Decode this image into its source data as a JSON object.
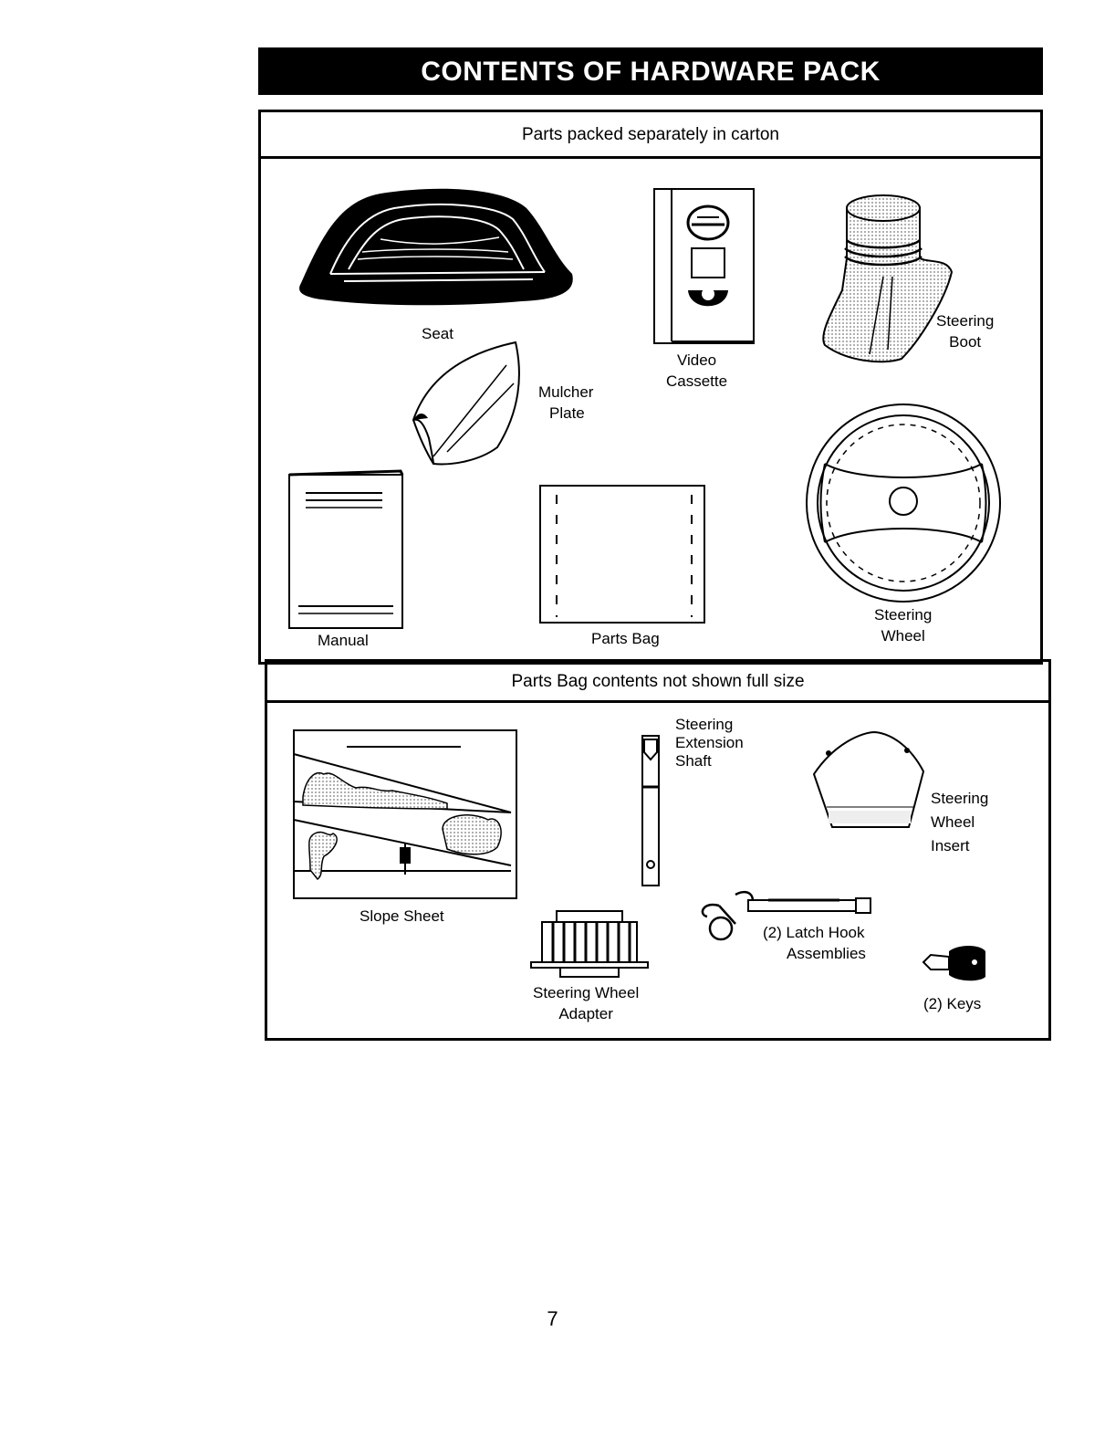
{
  "title": "CONTENTS OF HARDWARE PACK",
  "sections": {
    "carton": {
      "heading": "Parts packed separately in carton",
      "items": {
        "seat": "Seat",
        "mulcher_plate": [
          "Mulcher",
          "Plate"
        ],
        "video_cassette": [
          "Video",
          "Cassette"
        ],
        "steering_boot": [
          "Steering",
          "Boot"
        ],
        "manual": "Manual",
        "parts_bag": "Parts Bag",
        "steering_wheel": [
          "Steering",
          "Wheel"
        ]
      }
    },
    "parts_bag": {
      "heading": "Parts Bag contents not shown full size",
      "items": {
        "slope_sheet": "Slope Sheet",
        "extension_shaft": [
          "Steering",
          "Extension",
          "Shaft"
        ],
        "wheel_insert": [
          "Steering",
          "Wheel",
          "Insert"
        ],
        "wheel_adapter": [
          "Steering Wheel",
          "Adapter"
        ],
        "latch_hook": [
          "(2) Latch Hook",
          "Assemblies"
        ],
        "keys": "(2) Keys"
      }
    }
  },
  "page_number": "7"
}
